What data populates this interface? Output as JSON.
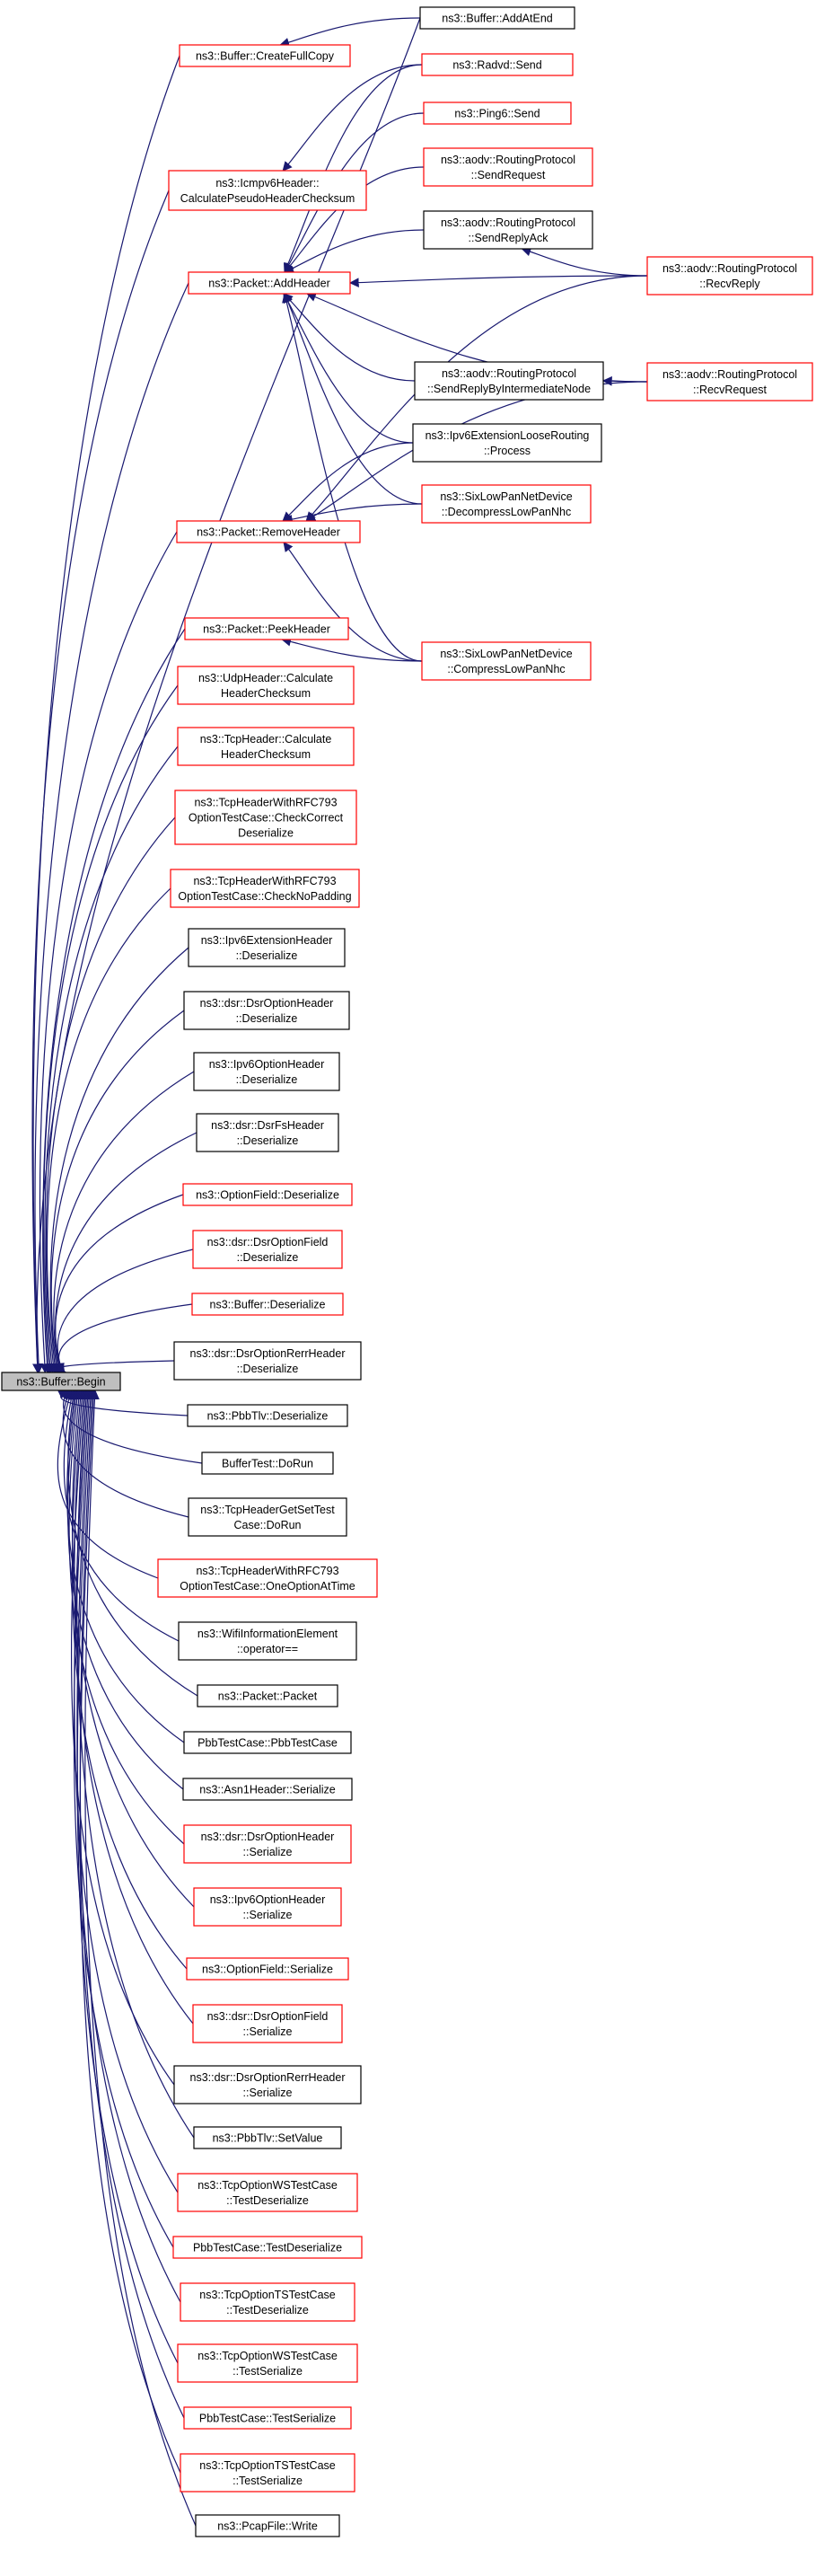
{
  "graph": {
    "edge_color": "#191970",
    "root": {
      "id": "root",
      "lines": [
        "ns3::Buffer::Begin"
      ],
      "fill": "#bfbfbf",
      "border": "#000000"
    },
    "nodes": [
      {
        "id": "addatend",
        "lines": [
          "ns3::Buffer::AddAtEnd"
        ],
        "border": "#000000"
      },
      {
        "id": "createfullcopy",
        "lines": [
          "ns3::Buffer::CreateFullCopy"
        ],
        "border": "#ff0000"
      },
      {
        "id": "icmpv6",
        "lines": [
          "ns3::Icmpv6Header::",
          "CalculatePseudoHeaderChecksum"
        ],
        "border": "#ff0000"
      },
      {
        "id": "packetaddheader",
        "lines": [
          "ns3::Packet::AddHeader"
        ],
        "border": "#ff0000"
      },
      {
        "id": "packetremoveheader",
        "lines": [
          "ns3::Packet::RemoveHeader"
        ],
        "border": "#ff0000"
      },
      {
        "id": "packetpeekheader",
        "lines": [
          "ns3::Packet::PeekHeader"
        ],
        "border": "#ff0000"
      },
      {
        "id": "udpcalc",
        "lines": [
          "ns3::UdpHeader::Calculate",
          "HeaderChecksum"
        ],
        "border": "#ff0000"
      },
      {
        "id": "tcpcalc",
        "lines": [
          "ns3::TcpHeader::Calculate",
          "HeaderChecksum"
        ],
        "border": "#ff0000"
      },
      {
        "id": "tcprfccheck",
        "lines": [
          "ns3::TcpHeaderWithRFC793",
          "OptionTestCase::CheckCorrect",
          "Deserialize"
        ],
        "border": "#ff0000"
      },
      {
        "id": "tcprfcnopad",
        "lines": [
          "ns3::TcpHeaderWithRFC793",
          "OptionTestCase::CheckNoPadding"
        ],
        "border": "#ff0000"
      },
      {
        "id": "ipv6extdeser",
        "lines": [
          "ns3::Ipv6ExtensionHeader",
          "::Deserialize"
        ],
        "border": "#000000"
      },
      {
        "id": "dsroptdeser",
        "lines": [
          "ns3::dsr::DsrOptionHeader",
          "::Deserialize"
        ],
        "border": "#000000"
      },
      {
        "id": "ipv6optdeser",
        "lines": [
          "ns3::Ipv6OptionHeader",
          "::Deserialize"
        ],
        "border": "#000000"
      },
      {
        "id": "dsrfsdeser",
        "lines": [
          "ns3::dsr::DsrFsHeader",
          "::Deserialize"
        ],
        "border": "#000000"
      },
      {
        "id": "optfielddeser",
        "lines": [
          "ns3::OptionField::Deserialize"
        ],
        "border": "#ff0000"
      },
      {
        "id": "dsroptfielddeser",
        "lines": [
          "ns3::dsr::DsrOptionField",
          "::Deserialize"
        ],
        "border": "#ff0000"
      },
      {
        "id": "bufferdeser",
        "lines": [
          "ns3::Buffer::Deserialize"
        ],
        "border": "#ff0000"
      },
      {
        "id": "dsrrerrdeser",
        "lines": [
          "ns3::dsr::DsrOptionRerrHeader",
          "::Deserialize"
        ],
        "border": "#000000"
      },
      {
        "id": "pbbtlvdeser",
        "lines": [
          "ns3::PbbTlv::Deserialize"
        ],
        "border": "#000000"
      },
      {
        "id": "buffertestdorun",
        "lines": [
          "BufferTest::DoRun"
        ],
        "border": "#000000"
      },
      {
        "id": "tcpgetsetdorun",
        "lines": [
          "ns3::TcpHeaderGetSetTest",
          "Case::DoRun"
        ],
        "border": "#000000"
      },
      {
        "id": "tcprfconeopt",
        "lines": [
          "ns3::TcpHeaderWithRFC793",
          "OptionTestCase::OneOptionAtTime"
        ],
        "border": "#ff0000"
      },
      {
        "id": "wifiinfo",
        "lines": [
          "ns3::WifiInformationElement",
          "::operator=="
        ],
        "border": "#000000"
      },
      {
        "id": "packetpacket",
        "lines": [
          "ns3::Packet::Packet"
        ],
        "border": "#000000"
      },
      {
        "id": "pbbtestcase",
        "lines": [
          "PbbTestCase::PbbTestCase"
        ],
        "border": "#000000"
      },
      {
        "id": "asn1ser",
        "lines": [
          "ns3::Asn1Header::Serialize"
        ],
        "border": "#000000"
      },
      {
        "id": "dsroptser",
        "lines": [
          "ns3::dsr::DsrOptionHeader",
          "::Serialize"
        ],
        "border": "#ff0000"
      },
      {
        "id": "ipv6optser",
        "lines": [
          "ns3::Ipv6OptionHeader",
          "::Serialize"
        ],
        "border": "#ff0000"
      },
      {
        "id": "optfieldser",
        "lines": [
          "ns3::OptionField::Serialize"
        ],
        "border": "#ff0000"
      },
      {
        "id": "dsroptfieldser",
        "lines": [
          "ns3::dsr::DsrOptionField",
          "::Serialize"
        ],
        "border": "#ff0000"
      },
      {
        "id": "dsrrerrser",
        "lines": [
          "ns3::dsr::DsrOptionRerrHeader",
          "::Serialize"
        ],
        "border": "#000000"
      },
      {
        "id": "pbbtlvsetvalue",
        "lines": [
          "ns3::PbbTlv::SetValue"
        ],
        "border": "#000000"
      },
      {
        "id": "tcpwsdeser",
        "lines": [
          "ns3::TcpOptionWSTestCase",
          "::TestDeserialize"
        ],
        "border": "#ff0000"
      },
      {
        "id": "pbbtestdeser",
        "lines": [
          "PbbTestCase::TestDeserialize"
        ],
        "border": "#ff0000"
      },
      {
        "id": "tcptsdeser",
        "lines": [
          "ns3::TcpOptionTSTestCase",
          "::TestDeserialize"
        ],
        "border": "#ff0000"
      },
      {
        "id": "tcpwsser",
        "lines": [
          "ns3::TcpOptionWSTestCase",
          "::TestSerialize"
        ],
        "border": "#ff0000"
      },
      {
        "id": "pbbtestser",
        "lines": [
          "PbbTestCase::TestSerialize"
        ],
        "border": "#ff0000"
      },
      {
        "id": "tcptsser",
        "lines": [
          "ns3::TcpOptionTSTestCase",
          "::TestSerialize"
        ],
        "border": "#ff0000"
      },
      {
        "id": "pcapwrite",
        "lines": [
          "ns3::PcapFile::Write"
        ],
        "border": "#000000"
      },
      {
        "id": "radvdsend",
        "lines": [
          "ns3::Radvd::Send"
        ],
        "border": "#ff0000"
      },
      {
        "id": "ping6send",
        "lines": [
          "ns3::Ping6::Send"
        ],
        "border": "#ff0000"
      },
      {
        "id": "aodvsendreq",
        "lines": [
          "ns3::aodv::RoutingProtocol",
          "::SendRequest"
        ],
        "border": "#ff0000"
      },
      {
        "id": "aodvsendreplyack",
        "lines": [
          "ns3::aodv::RoutingProtocol",
          "::SendReplyAck"
        ],
        "border": "#000000"
      },
      {
        "id": "aodvsendreplyinter",
        "lines": [
          "ns3::aodv::RoutingProtocol",
          "::SendReplyByIntermediateNode"
        ],
        "border": "#000000"
      },
      {
        "id": "ipv6extloose",
        "lines": [
          "ns3::Ipv6ExtensionLooseRouting",
          "::Process"
        ],
        "border": "#000000"
      },
      {
        "id": "sixlowdecomp",
        "lines": [
          "ns3::SixLowPanNetDevice",
          "::DecompressLowPanNhc"
        ],
        "border": "#ff0000"
      },
      {
        "id": "sixlowcomp",
        "lines": [
          "ns3::SixLowPanNetDevice",
          "::CompressLowPanNhc"
        ],
        "border": "#ff0000"
      },
      {
        "id": "aodvrecvreply",
        "lines": [
          "ns3::aodv::RoutingProtocol",
          "::RecvReply"
        ],
        "border": "#ff0000"
      },
      {
        "id": "aodvrecvreq",
        "lines": [
          "ns3::aodv::RoutingProtocol",
          "::RecvRequest"
        ],
        "border": "#ff0000"
      }
    ],
    "edges": [
      [
        "addatend",
        "root"
      ],
      [
        "createfullcopy",
        "root"
      ],
      [
        "icmpv6",
        "root"
      ],
      [
        "packetaddheader",
        "root"
      ],
      [
        "packetremoveheader",
        "root"
      ],
      [
        "packetpeekheader",
        "root"
      ],
      [
        "udpcalc",
        "root"
      ],
      [
        "tcpcalc",
        "root"
      ],
      [
        "tcprfccheck",
        "root"
      ],
      [
        "tcprfcnopad",
        "root"
      ],
      [
        "ipv6extdeser",
        "root"
      ],
      [
        "dsroptdeser",
        "root"
      ],
      [
        "ipv6optdeser",
        "root"
      ],
      [
        "dsrfsdeser",
        "root"
      ],
      [
        "optfielddeser",
        "root"
      ],
      [
        "dsroptfielddeser",
        "root"
      ],
      [
        "bufferdeser",
        "root"
      ],
      [
        "dsrrerrdeser",
        "root"
      ],
      [
        "pbbtlvdeser",
        "root"
      ],
      [
        "buffertestdorun",
        "root"
      ],
      [
        "tcpgetsetdorun",
        "root"
      ],
      [
        "tcprfconeopt",
        "root"
      ],
      [
        "wifiinfo",
        "root"
      ],
      [
        "packetpacket",
        "root"
      ],
      [
        "pbbtestcase",
        "root"
      ],
      [
        "asn1ser",
        "root"
      ],
      [
        "dsroptser",
        "root"
      ],
      [
        "ipv6optser",
        "root"
      ],
      [
        "optfieldser",
        "root"
      ],
      [
        "dsroptfieldser",
        "root"
      ],
      [
        "dsrrerrser",
        "root"
      ],
      [
        "pbbtlvsetvalue",
        "root"
      ],
      [
        "tcpwsdeser",
        "root"
      ],
      [
        "pbbtestdeser",
        "root"
      ],
      [
        "tcptsdeser",
        "root"
      ],
      [
        "tcpwsser",
        "root"
      ],
      [
        "pbbtestser",
        "root"
      ],
      [
        "tcptsser",
        "root"
      ],
      [
        "pcapwrite",
        "root"
      ],
      [
        "addatend",
        "createfullcopy"
      ],
      [
        "radvdsend",
        "icmpv6"
      ],
      [
        "radvdsend",
        "packetaddheader"
      ],
      [
        "ping6send",
        "packetaddheader"
      ],
      [
        "aodvsendreq",
        "packetaddheader"
      ],
      [
        "aodvsendreplyack",
        "packetaddheader"
      ],
      [
        "aodvrecvreply",
        "packetaddheader"
      ],
      [
        "aodvsendreplyinter",
        "packetaddheader"
      ],
      [
        "aodvrecvreq",
        "packetaddheader"
      ],
      [
        "ipv6extloose",
        "packetaddheader"
      ],
      [
        "sixlowdecomp",
        "packetaddheader"
      ],
      [
        "sixlowcomp",
        "packetaddheader"
      ],
      [
        "aodvrecvreply",
        "aodvsendreplyack"
      ],
      [
        "aodvrecvreq",
        "aodvsendreplyinter"
      ],
      [
        "ipv6extloose",
        "packetremoveheader"
      ],
      [
        "sixlowdecomp",
        "packetremoveheader"
      ],
      [
        "sixlowcomp",
        "packetremoveheader"
      ],
      [
        "aodvrecvreply",
        "packetremoveheader"
      ],
      [
        "aodvrecvreq",
        "packetremoveheader"
      ],
      [
        "sixlowcomp",
        "packetpeekheader"
      ]
    ]
  }
}
